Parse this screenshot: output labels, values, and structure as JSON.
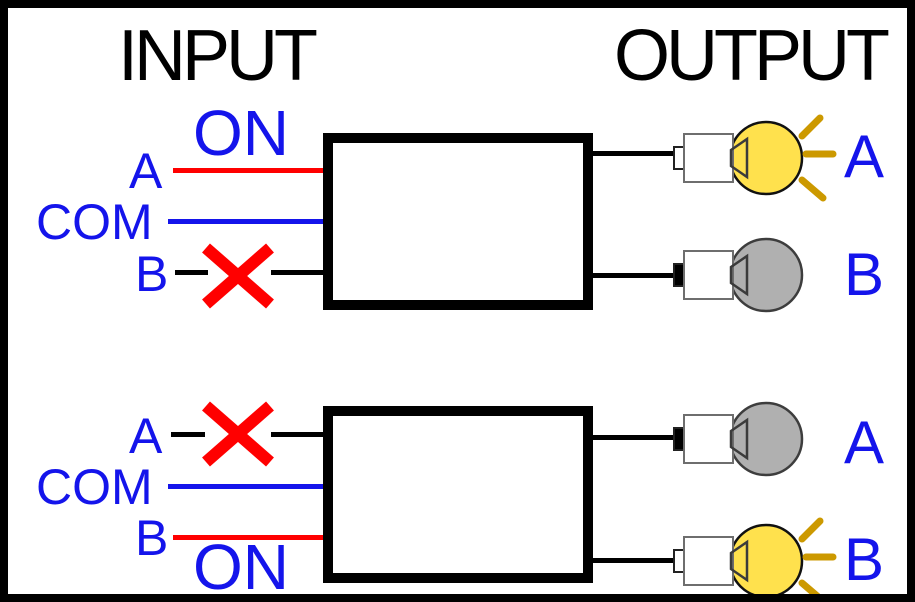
{
  "titles": {
    "input": "INPUT",
    "output": "OUTPUT"
  },
  "colors": {
    "label_blue": "#1414EB",
    "wire_red": "#FF0000",
    "wire_blue": "#1414EB",
    "wire_black": "#000000",
    "cross_red": "#FF0000",
    "lamp_on_fill": "#FFE14D",
    "lamp_on_ray": "#CC9900",
    "lamp_off_fill": "#B0B0B0"
  },
  "scenarios": [
    {
      "name": "scenario-1",
      "inputs": [
        {
          "label": "A",
          "state": "ON",
          "wire": "red",
          "crossed": false
        },
        {
          "label": "COM",
          "wire": "blue",
          "crossed": false
        },
        {
          "label": "B",
          "wire": "black",
          "crossed": true
        }
      ],
      "outputs": [
        {
          "label": "A",
          "lamp": "on"
        },
        {
          "label": "B",
          "lamp": "off"
        }
      ]
    },
    {
      "name": "scenario-2",
      "inputs": [
        {
          "label": "A",
          "wire": "black",
          "crossed": true
        },
        {
          "label": "COM",
          "wire": "blue",
          "crossed": false
        },
        {
          "label": "B",
          "state": "ON",
          "wire": "red",
          "crossed": false
        }
      ],
      "outputs": [
        {
          "label": "A",
          "lamp": "off"
        },
        {
          "label": "B",
          "lamp": "on"
        }
      ]
    }
  ]
}
